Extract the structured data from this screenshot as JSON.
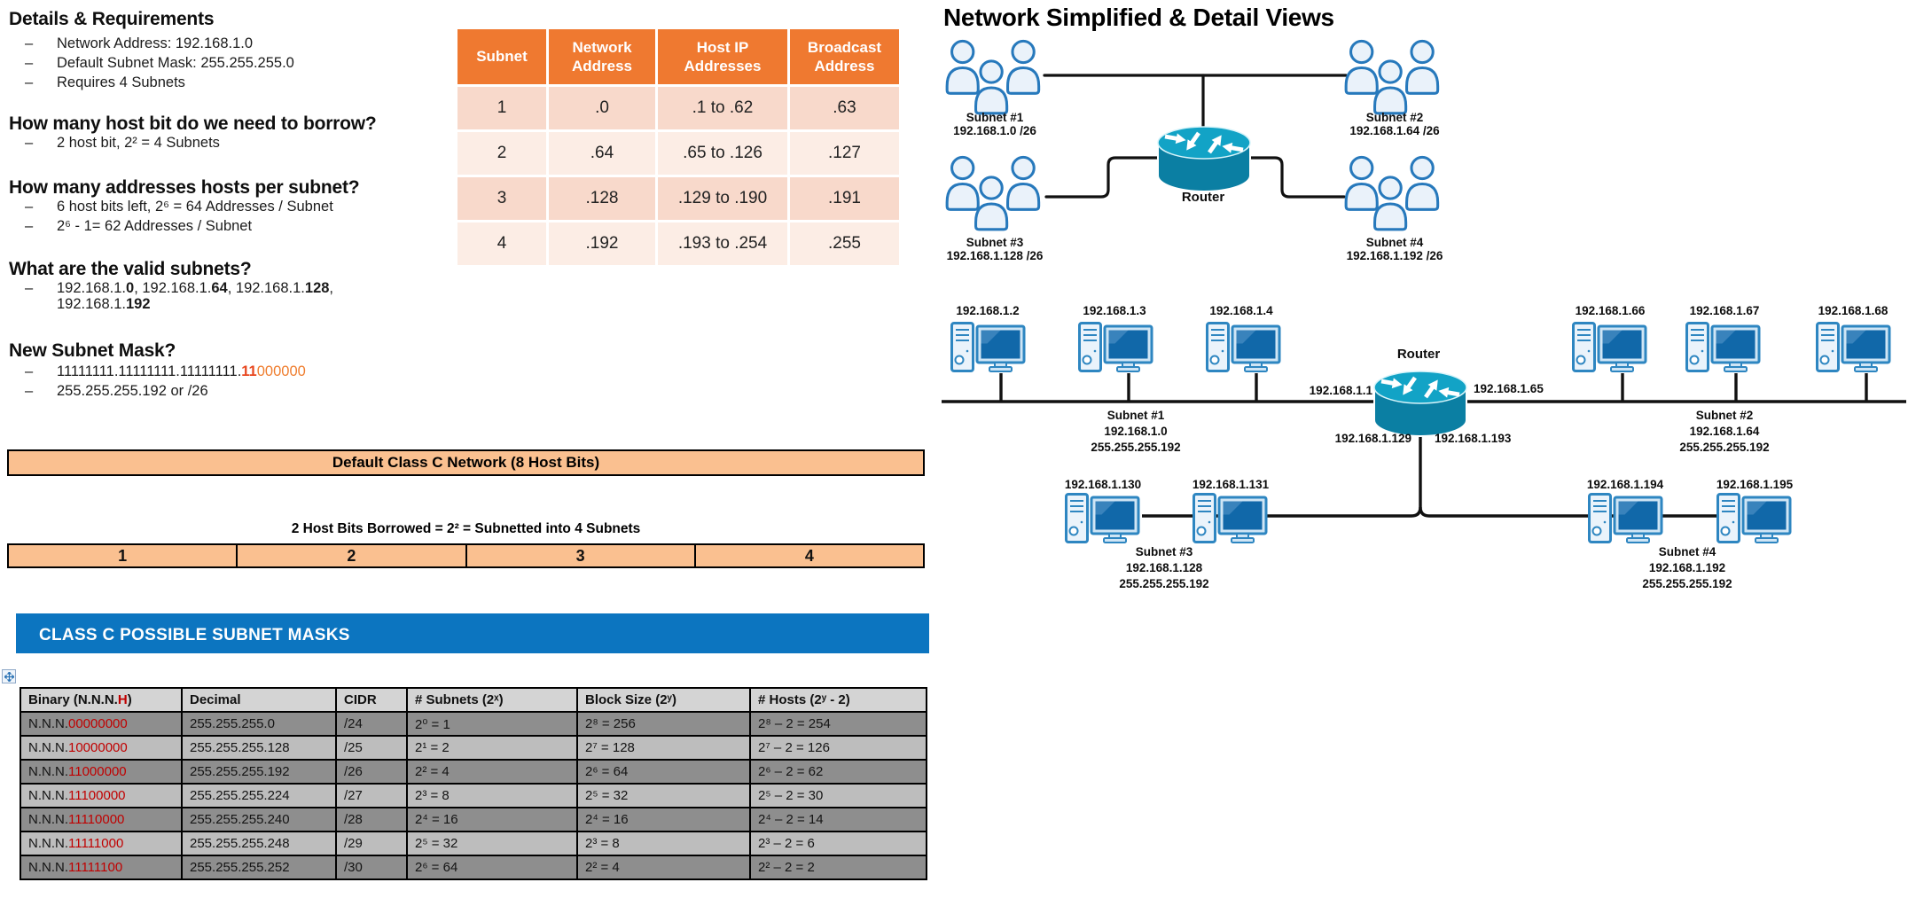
{
  "colors": {
    "table_orange": "#EF7930",
    "row_pink_dark": "#F8D9CB",
    "row_pink_light": "#FCEDE5",
    "peach_band": "#FAC090",
    "blue_bar": "#0C75C0",
    "gray_row_dark": "#8E8E8E",
    "gray_row_light": "#BDBDBD",
    "binary_red": "#C00000",
    "mask_red": "#E8471F",
    "mask_orange": "#EF7D2E",
    "router_teal_top": "#12A3C6",
    "router_teal_body": "#0B7FA3",
    "icon_blue": "#2E86C1"
  },
  "chars": {
    "bullet": "–"
  },
  "icons": {
    "move_handle": "four-way-move-arrow"
  },
  "left": {
    "h1": "Details & Requirements",
    "i1a": "Network Address: 192.168.1.0",
    "i1b": "Default Subnet Mask: 255.255.255.0",
    "i1c": "Requires 4 Subnets",
    "h2": "How many host bit do we need to borrow?",
    "i2a": "2 host bit, 2² = 4 Subnets",
    "h3": "How many addresses hosts per subnet?",
    "i3a": "6 host bits left, 2⁶ = 64 Addresses / Subnet",
    "i3b": "2⁶ - 1= 62 Addresses / Subnet",
    "h4": "What are the valid subnets?",
    "vs": {
      "p1": "192.168.1.",
      "b1": "0",
      "s1": ", ",
      "p2": "192.168.1.",
      "b2": "64",
      "s2": ", ",
      "p3": "192.168.1.",
      "b3": "128",
      "s3": ",",
      "p4": "192.168.1.",
      "b4": "192"
    },
    "h5": "New Subnet Mask?",
    "mask": {
      "prefix": "11111111.11111111.11111111.",
      "borrowed": "11",
      "hostbits": "000000"
    },
    "i5b": "255.255.255.192 or /26"
  },
  "subnet_table": {
    "headers": [
      "Subnet",
      "Network Address",
      "Host IP Addresses",
      "Broadcast Address"
    ],
    "rows": [
      [
        "1",
        ".0",
        ".1 to .62",
        ".63"
      ],
      [
        "2",
        ".64",
        ".65 to .126",
        ".127"
      ],
      [
        "3",
        ".128",
        ".129 to .190",
        ".191"
      ],
      [
        "4",
        ".192",
        ".193 to .254",
        ".255"
      ]
    ]
  },
  "band": {
    "title": "Default Class C Network (8 Host Bits)",
    "caption": "2 Host Bits Borrowed = 2² = Subnetted into 4 Subnets",
    "cells": [
      "1",
      "2",
      "3",
      "4"
    ]
  },
  "masks": {
    "bar_title": "CLASS C POSSIBLE SUBNET MASKS",
    "headers": {
      "binary_pre": "Binary (N.N.N.",
      "binary_h": "H",
      "binary_post": ")",
      "decimal": "Decimal",
      "cidr": "CIDR",
      "subnets": "# Subnets (2ˣ)",
      "block": "Block Size (2ʸ)",
      "hosts": "# Hosts (2ʸ - 2)"
    },
    "rows": [
      {
        "pre": "N.N.N.",
        "bits": "00000000",
        "decimal": "255.255.255.0",
        "cidr": "/24",
        "subnets": "2⁰ = 1",
        "block": "2⁸ = 256",
        "hosts": "2⁸ – 2 = 254"
      },
      {
        "pre": "N.N.N.",
        "bits": "10000000",
        "decimal": "255.255.255.128",
        "cidr": "/25",
        "subnets": "2¹ = 2",
        "block": "2⁷ = 128",
        "hosts": "2⁷ – 2 = 126"
      },
      {
        "pre": "N.N.N.",
        "bits": "11000000",
        "decimal": "255.255.255.192",
        "cidr": "/26",
        "subnets": "2² = 4",
        "block": "2⁶ = 64",
        "hosts": "2⁶ – 2 = 62"
      },
      {
        "pre": "N.N.N.",
        "bits": "11100000",
        "decimal": "255.255.255.224",
        "cidr": "/27",
        "subnets": "2³ = 8",
        "block": "2⁵ = 32",
        "hosts": "2⁵ – 2 = 30"
      },
      {
        "pre": "N.N.N.",
        "bits": "11110000",
        "decimal": "255.255.255.240",
        "cidr": "/28",
        "subnets": "2⁴ = 16",
        "block": "2⁴ = 16",
        "hosts": "2⁴ – 2 = 14"
      },
      {
        "pre": "N.N.N.",
        "bits": "11111000",
        "decimal": "255.255.255.248",
        "cidr": "/29",
        "subnets": "2⁵ = 32",
        "block": "2³ = 8",
        "hosts": "2³ – 2 = 6"
      },
      {
        "pre": "N.N.N.",
        "bits": "11111100",
        "decimal": "255.255.255.252",
        "cidr": "/30",
        "subnets": "2⁶ = 64",
        "block": "2² = 4",
        "hosts": "2² – 2 = 2"
      }
    ]
  },
  "diagram": {
    "title": "Network Simplified & Detail Views",
    "router": "Router",
    "simple": {
      "g1": {
        "name": "Subnet #1",
        "cidr": "192.168.1.0 /26"
      },
      "g2": {
        "name": "Subnet #2",
        "cidr": "192.168.1.64 /26"
      },
      "g3": {
        "name": "Subnet #3",
        "cidr": "192.168.1.128 /26"
      },
      "g4": {
        "name": "Subnet #4",
        "cidr": "192.168.1.192 /26"
      }
    },
    "detail": {
      "ips_top": [
        "192.168.1.2",
        "192.168.1.3",
        "192.168.1.4",
        "192.168.1.66",
        "192.168.1.67",
        "192.168.1.68"
      ],
      "if_left": "192.168.1.1",
      "if_right": "192.168.1.65",
      "if_down_left": "192.168.1.129",
      "if_down_right": "192.168.1.193",
      "blocks": [
        {
          "name": "Subnet #1",
          "net": "192.168.1.0",
          "mask": "255.255.255.192"
        },
        {
          "name": "Subnet #2",
          "net": "192.168.1.64",
          "mask": "255.255.255.192"
        },
        {
          "name": "Subnet #3",
          "net": "192.168.1.128",
          "mask": "255.255.255.192"
        },
        {
          "name": "Subnet #4",
          "net": "192.168.1.192",
          "mask": "255.255.255.192"
        }
      ],
      "ips_bottom": [
        "192.168.1.130",
        "192.168.1.131",
        "192.168.1.194",
        "192.168.1.195"
      ]
    }
  }
}
